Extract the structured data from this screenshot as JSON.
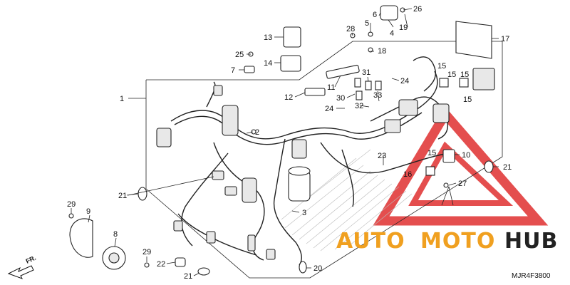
{
  "diagram": {
    "drawing_code": "MJR4F3800",
    "direction_label": "FR.",
    "watermark": {
      "part1": "AUTO",
      "part2": "MOTO",
      "part3": "HUB"
    },
    "colors": {
      "watermark_orange": "#f0a020",
      "watermark_red": "#e03030",
      "line": "#222222"
    },
    "callouts": [
      "1",
      "2",
      "3",
      "4",
      "5",
      "6",
      "7",
      "8",
      "9",
      "10",
      "11",
      "12",
      "13",
      "14",
      "15",
      "15",
      "15",
      "15",
      "15",
      "16",
      "17",
      "18",
      "19",
      "20",
      "21",
      "21",
      "21",
      "22",
      "23",
      "24",
      "24",
      "25",
      "26",
      "27",
      "28",
      "29",
      "29",
      "30",
      "31",
      "32",
      "33"
    ]
  }
}
